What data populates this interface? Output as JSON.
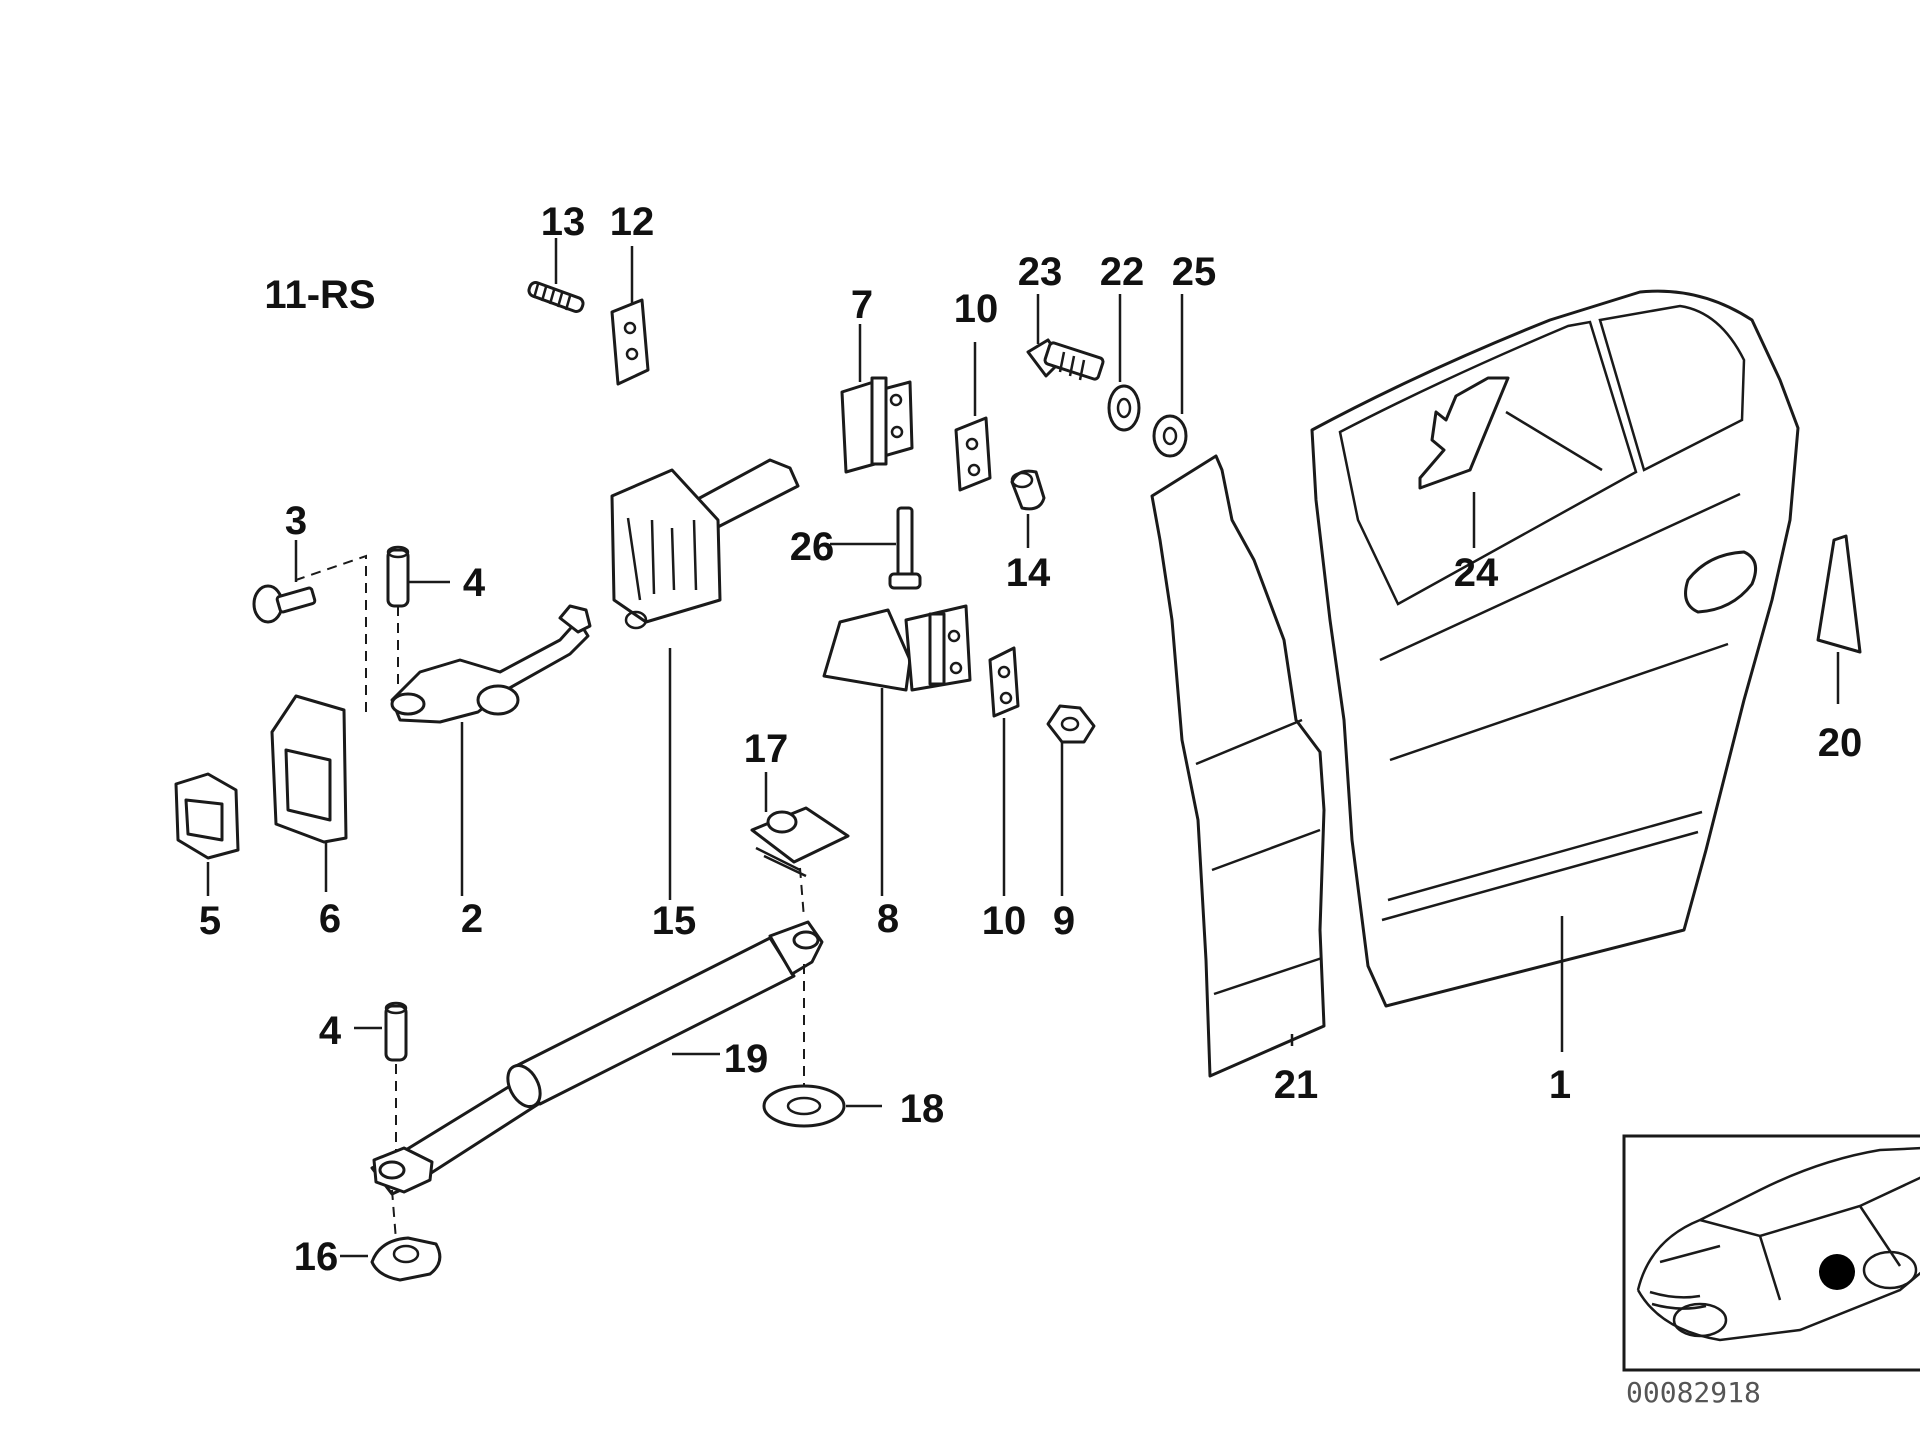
{
  "labels": {
    "p1": "1",
    "p2": "2",
    "p3": "3",
    "p4a": "4",
    "p4b": "4",
    "p5": "5",
    "p6": "6",
    "p7": "7",
    "p8": "8",
    "p9": "9",
    "p10a": "10",
    "p10b": "10",
    "p11": "11-RS",
    "p12": "12",
    "p13": "13",
    "p14": "14",
    "p15": "15",
    "p16": "16",
    "p17": "17",
    "p18": "18",
    "p19": "19",
    "p20": "20",
    "p21": "21",
    "p22": "22",
    "p23": "23",
    "p24": "24",
    "p25": "25",
    "p26": "26"
  },
  "diagram_code": "00082918",
  "colors": {
    "line": "#1a1a1a",
    "background": "#ffffff",
    "marker": "#000000"
  }
}
